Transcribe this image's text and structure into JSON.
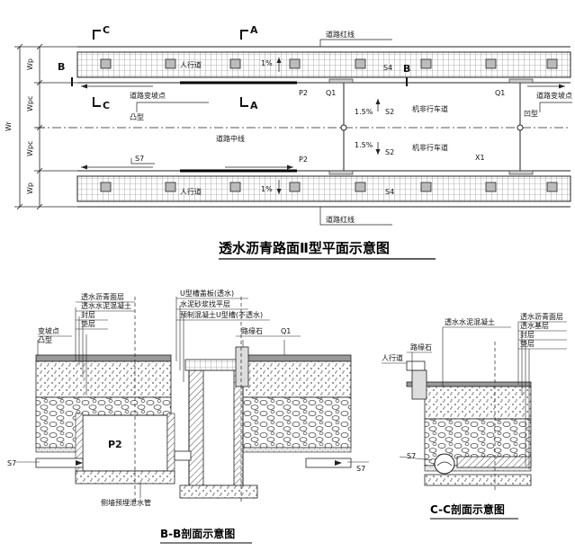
{
  "plan": {
    "title": "透水沥青路面Ⅱ型平面示意图",
    "road_red_line": "道路红线",
    "road_red_line_bottom": "道路红线",
    "sidewalk_top": "人行道",
    "sidewalk_bottom": "人行道",
    "slope_top": "1%",
    "slope_bottom": "1%",
    "road_change_point_left": "道路变坡点",
    "convex_type": "凸型",
    "road_change_point_right": "道路变坡点",
    "concave_type": "凹型",
    "road_center_line": "道路中线",
    "nonmotor_lane_top": "机非行车道",
    "nonmotor_lane_bottom": "机非行车道",
    "slope_lane_top": "1.5%",
    "slope_lane_bottom": "1.5%",
    "s2_top": "S2",
    "s2_bottom": "S2",
    "s4_top": "S4",
    "s4_bottom": "S4",
    "s7": "S7",
    "p2_top": "P2",
    "p2_bottom": "P2",
    "q1_left": "Q1",
    "q1_right": "Q1",
    "x1": "X1",
    "sec_c_top": "C",
    "sec_c_bottom": "C",
    "sec_a_top": "A",
    "sec_a_bottom": "A",
    "sec_b_left": "B",
    "sec_b_right": "B",
    "dim_wr": "Wr",
    "dim_wp_top": "Wp",
    "dim_wpc_top": "Wpc",
    "dim_wpc_bottom": "Wpc",
    "dim_wp_bottom": "Wp"
  },
  "section_bb": {
    "title": "B-B剖面示意图",
    "layer_asphalt": "透水沥青面层",
    "layer_concrete": "透水水泥混凝土",
    "layer_seal": "封层",
    "layer_cushion": "垫层",
    "change_point": "变坡点",
    "convex": "凸型",
    "u_cover": "U型槽盖板(透水)",
    "cement_mortar": "水泥砂浆找平层",
    "precast_u": "预制混凝土U型槽(不透水)",
    "curb": "路缘石",
    "q1": "Q1",
    "p2": "P2",
    "s7_left": "S7",
    "s7_right": "S7",
    "pipe": "侧墙预埋泄水管"
  },
  "section_cc": {
    "title": "C-C剖面示意图",
    "concrete": "透水水泥混凝土",
    "asphalt": "透水沥青面层",
    "base": "透水基层",
    "seal": "封层",
    "cushion": "垫层",
    "curb": "路缘石",
    "sidewalk": "人行道",
    "s7": "S7"
  }
}
